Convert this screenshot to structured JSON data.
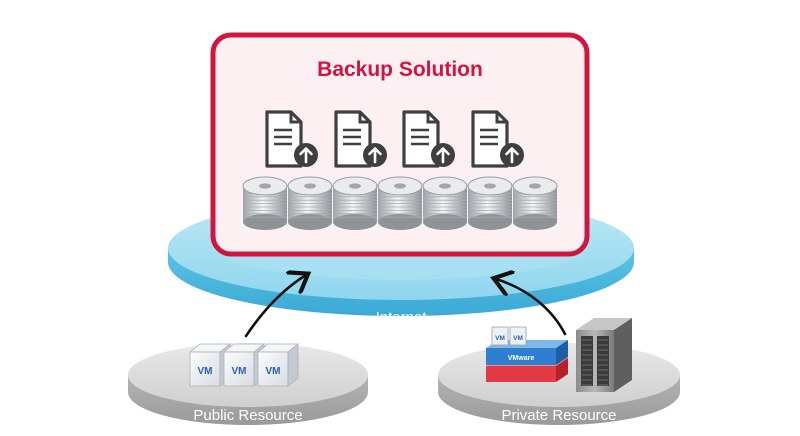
{
  "diagram": {
    "title": "Backup Solution",
    "network_label": "Internet",
    "public_label": "Public Resource",
    "private_label": "Private Resource",
    "vm_text": "VM",
    "vmware_text": "VMware",
    "colors": {
      "accent": "#d0163f",
      "box_fill": "#fdf0f3",
      "internet_ring": "#7fd0ea",
      "platform_gray": "#c9c9c9",
      "arrow": "#111111"
    },
    "icons": [
      "document-upload-icon",
      "disk-stack-icon",
      "vm-cube-icon",
      "vmware-server-icon",
      "server-rack-icon"
    ]
  }
}
